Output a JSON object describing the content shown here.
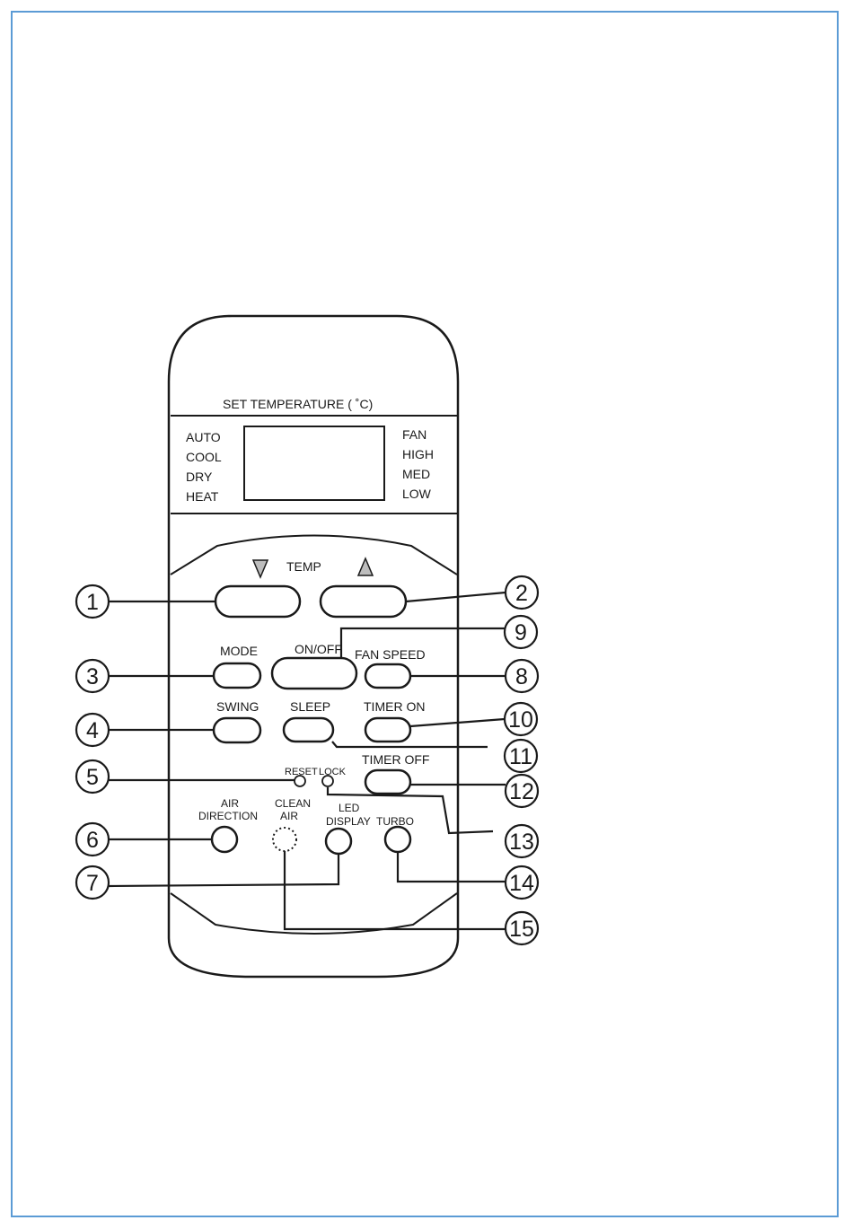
{
  "display": {
    "header": "SET TEMPERATURE ( ˚C)",
    "modes": [
      "AUTO",
      "COOL",
      "DRY",
      "HEAT"
    ],
    "fan_labels": [
      "FAN",
      "HIGH",
      "MED",
      "LOW"
    ]
  },
  "buttons": {
    "temp": "TEMP",
    "mode": "MODE",
    "on_off": "ON/OFF",
    "fan_speed": "FAN SPEED",
    "swing": "SWING",
    "sleep": "SLEEP",
    "timer_on": "TIMER ON",
    "timer_off": "TIMER OFF",
    "reset": "RESET",
    "lock": "LOCK",
    "air_direction_line1": "AIR",
    "air_direction_line2": "DIRECTION",
    "clean_air_line1": "CLEAN",
    "clean_air_line2": "AIR",
    "led_display_line1": "LED",
    "led_display_line2": "DISPLAY",
    "turbo": "TURBO"
  },
  "callouts": {
    "c1": "1",
    "c2": "2",
    "c3": "3",
    "c4": "4",
    "c5": "5",
    "c6": "6",
    "c7": "7",
    "c8": "8",
    "c9": "9",
    "c10": "10",
    "c11": "11",
    "c12": "12",
    "c13": "13",
    "c14": "14",
    "c15": "15"
  },
  "colors": {
    "frame": "#5b9bd5",
    "ink": "#1a1a1a",
    "arrow_fill": "#bdbdbd"
  }
}
